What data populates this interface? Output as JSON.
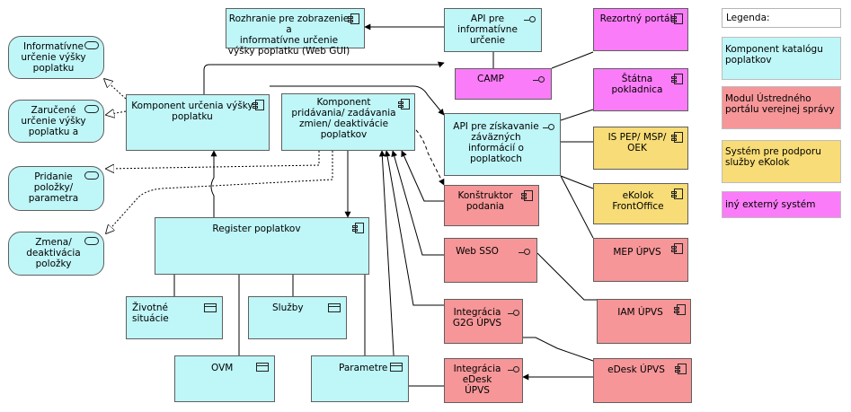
{
  "legend": {
    "title": "Legenda:",
    "items": [
      {
        "label": "Komponent katalógu poplatkov",
        "color": "#bff6f8"
      },
      {
        "label": "Modul Ústredného portálu verejnej správy",
        "color": "#f69698"
      },
      {
        "label": "Systém pre podporu služby eKolok",
        "color": "#f7dc77"
      },
      {
        "label": "iný externý systém",
        "color": "#fb7cf8"
      }
    ]
  },
  "nodes": {
    "gui": "Rozhranie pre zobrazenie a\ninformatívne určenie\nvýšky poplatku (Web GUI)",
    "api_info": "API pre\ninformatívne\nurčenie",
    "rezortny": "Rezortný portál",
    "camp": "CAMP",
    "statna": "Štátna\npokladnica",
    "api_zav": "API pre získavanie\nzáväzných\ninformácií o\npoplatkoch",
    "ispep": "IS PEP/ MSP/\nOEK",
    "ekolok": "eKolok\nFrontOffice",
    "mep": "MEP ÚPVS",
    "iam": "IAM ÚPVS",
    "edesk": "eDesk ÚPVS",
    "svc_info": "Informatívne\nurčenie výšky\npoplatku",
    "svc_zar": "Zaručené\nurčenie výšky\npoplatku a",
    "svc_prid": "Pridanie\npoložky/\nparametra",
    "svc_zmena": "Zmena/\ndeaktivácia\npoložky",
    "komp_urc": "Komponent určenia výšky\npoplatku",
    "komp_prid": "Komponent\npridávania/ zadávania\nzmien/ deaktivácie\npoplatkov",
    "register": "Register poplatkov",
    "zivotne": "Životné\nsituácie",
    "sluzby": "Služby",
    "ovm": "OVM",
    "parametre": "Parametre",
    "konstruktor": "Konštruktor\npodania",
    "websso": "Web SSO",
    "g2g": "Integrácia\nG2G ÚPVS",
    "edesk_int": "Integrácia\neDesk\nÚPVS"
  },
  "icons": {
    "component": "component-icon",
    "interface": "interface-icon",
    "service": "service-icon",
    "data_object": "data-object-icon"
  }
}
